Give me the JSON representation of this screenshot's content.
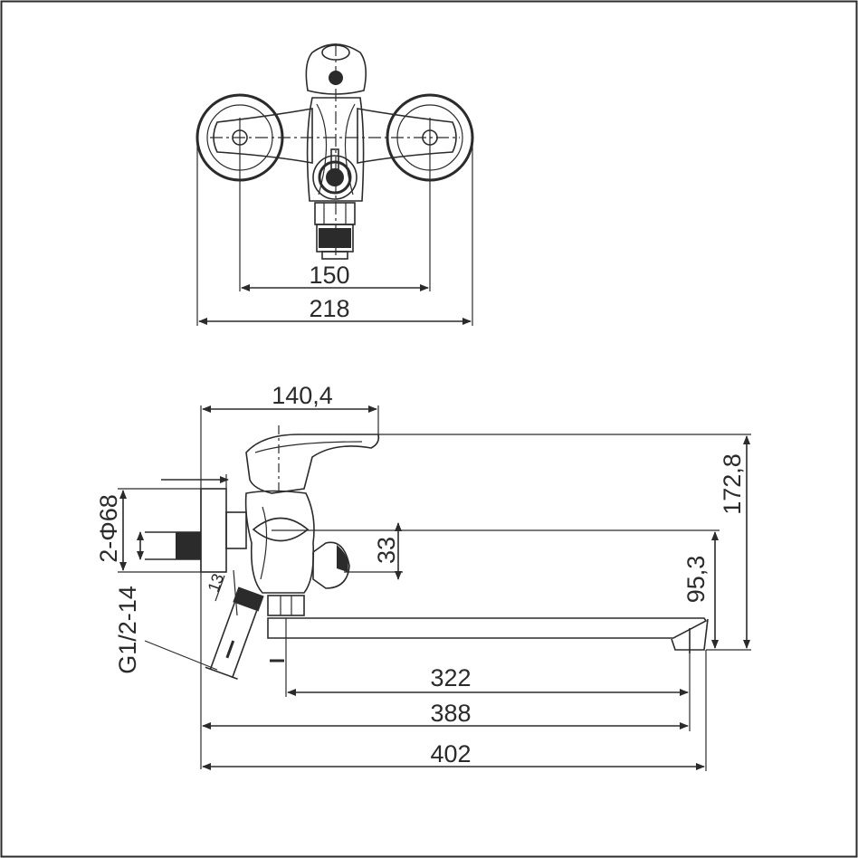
{
  "dimensions": {
    "top_view": {
      "spacing": "150",
      "width": "218"
    },
    "side_view": {
      "handle_reach": "140,4",
      "overall_height": "172,8",
      "inlet_diameter": "2-Φ68",
      "outlet_height": "33",
      "spout_height": "95,3",
      "thread": "G1/2-14",
      "angle": "13",
      "spout_reach": "322",
      "spout_length": "388",
      "overall_length": "402"
    }
  }
}
